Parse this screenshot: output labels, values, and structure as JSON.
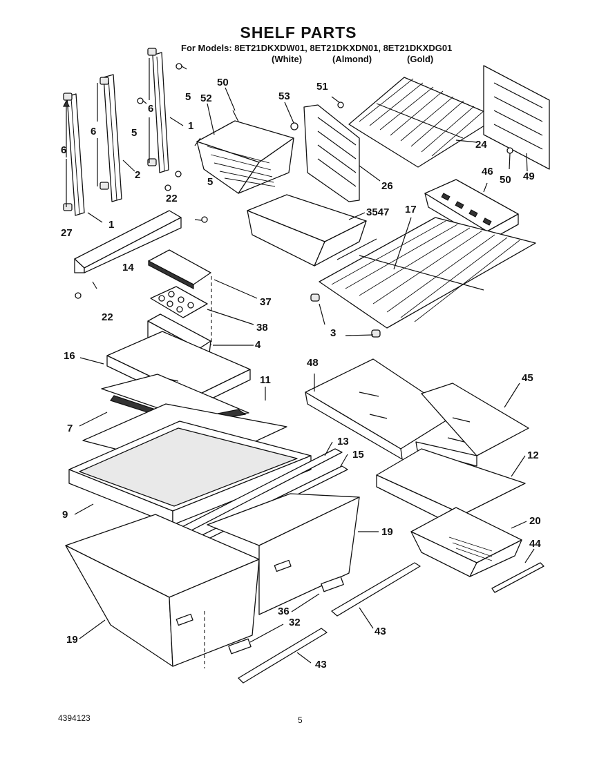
{
  "header": {
    "title": "SHELF PARTS",
    "models_line": "For Models: 8ET21DKXDW01, 8ET21DKXDN01, 8ET21DKXDG01",
    "colors": [
      "(White)",
      "(Almond)",
      "(Gold)"
    ]
  },
  "callouts": {
    "c1": "5",
    "c2": "6",
    "c3": "1",
    "c4": "5",
    "c5": "6",
    "c6": "6",
    "c7": "2",
    "c8": "5",
    "c9": "1",
    "c10": "50",
    "c11": "52",
    "c12": "53",
    "c13": "51",
    "c14": "24",
    "c15": "50",
    "c16": "49",
    "c17": "26",
    "c18": "46",
    "c19": "22",
    "c20": "27",
    "c21": "3547",
    "c22": "17",
    "c23": "14",
    "c24": "22",
    "c25": "37",
    "c26": "38",
    "c27": "3",
    "c28": "4",
    "c29": "16",
    "c30": "11",
    "c31": "48",
    "c32": "45",
    "c33": "7",
    "c34": "13",
    "c35": "15",
    "c36": "12",
    "c37": "9",
    "c38": "20",
    "c39": "19",
    "c40": "44",
    "c41": "36",
    "c42": "32",
    "c43": "43",
    "c44": "19",
    "c45": "43"
  },
  "footer": {
    "part_number": "4394123",
    "page": "5"
  }
}
